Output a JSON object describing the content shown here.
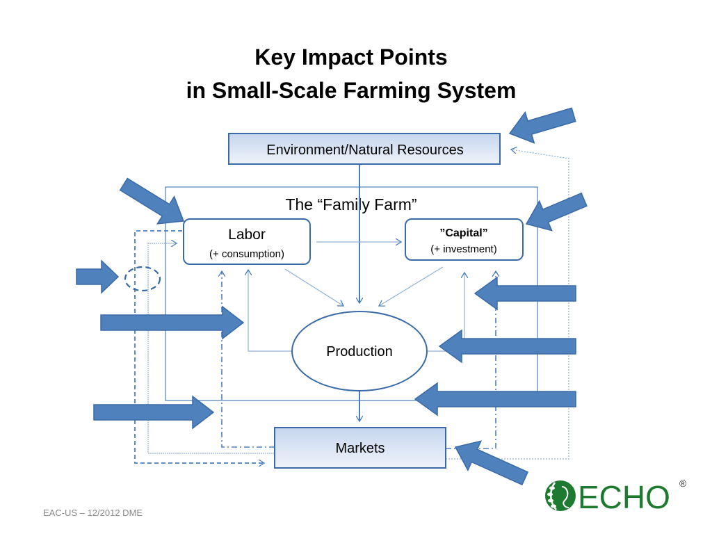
{
  "slide": {
    "title_line1": "Key Impact Points",
    "title_line2": "in Small-Scale Farming System",
    "footer": "EAC-US – 12/2012 DME"
  },
  "diagram": {
    "environment": "Environment/Natural Resources",
    "family_farm": "The “Family Farm”",
    "labor": "Labor",
    "labor_sub": "(+ consumption)",
    "capital": "”Capital”",
    "capital_sub": "(+ investment)",
    "production": "Production",
    "markets": "Markets"
  },
  "logo": {
    "text": "ECHO",
    "mark": "®"
  },
  "colors": {
    "arrow_fill": "#4f81bd",
    "arrow_stroke": "#3a6aa5",
    "line": "#4a7ebb",
    "logo_green": "#1e7a30"
  }
}
